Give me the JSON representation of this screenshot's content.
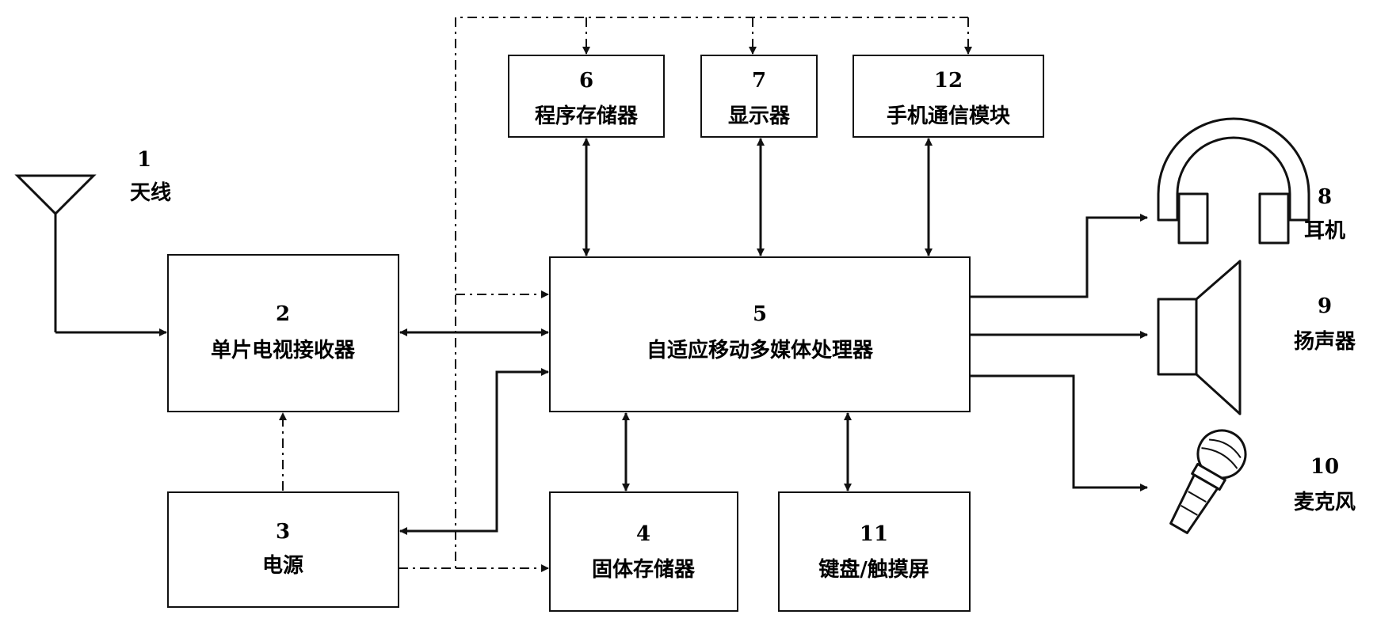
{
  "components": {
    "antenna": {
      "num": "1",
      "label": "天线"
    },
    "tv_receiver": {
      "num": "2",
      "label": "单片电视接收器"
    },
    "power": {
      "num": "3",
      "label": "电源"
    },
    "solid_memory": {
      "num": "4",
      "label": "固体存储器"
    },
    "processor": {
      "num": "5",
      "label": "自适应移动多媒体处理器"
    },
    "program_mem": {
      "num": "6",
      "label": "程序存储器"
    },
    "display": {
      "num": "7",
      "label": "显示器"
    },
    "headphone": {
      "num": "8",
      "label": "耳机"
    },
    "speaker": {
      "num": "9",
      "label": "扬声器"
    },
    "microphone": {
      "num": "10",
      "label": "麦克风"
    },
    "keyboard": {
      "num": "11",
      "label": "键盘/触摸屏"
    },
    "phone_comm": {
      "num": "12",
      "label": "手机通信模块"
    }
  }
}
